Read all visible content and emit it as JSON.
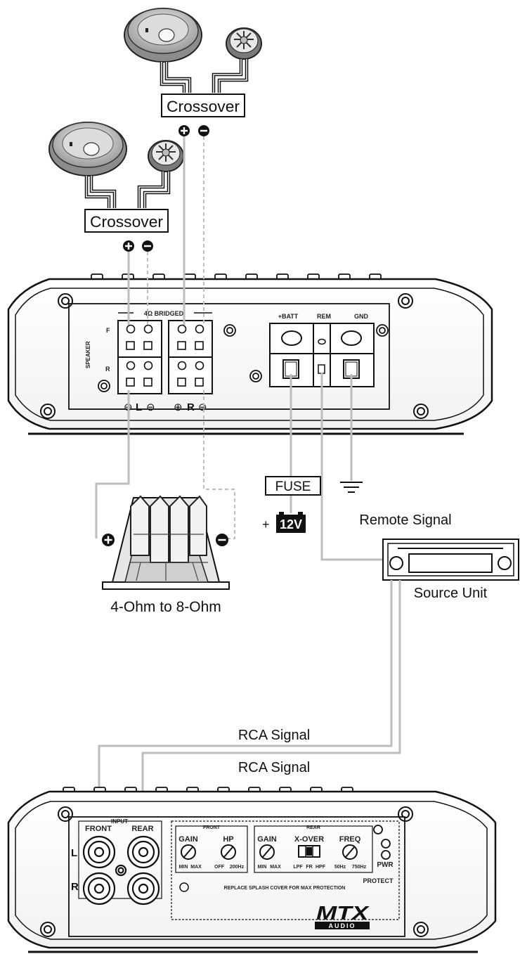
{
  "labels": {
    "crossover_top": "Crossover",
    "crossover_mid": "Crossover",
    "plus_sign": "+",
    "speaker_side": "SPEAKER",
    "bridged": "4Ω BRIDGED",
    "front_letter": "F",
    "rear_letter": "R",
    "left_letter": "L",
    "right_letter": "R",
    "pos_sym": "⊕",
    "neg_sym": "⊖",
    "batt": "+BATT",
    "rem": "REM",
    "gnd": "GND",
    "fuse": "FUSE",
    "battery_12v": "12V",
    "remote_signal": "Remote Signal",
    "source_unit": "Source Unit",
    "sub_impedance": "4-Ohm to 8-Ohm",
    "rca_signal_1": "RCA Signal",
    "rca_signal_2": "RCA Signal",
    "input": "INPUT",
    "front_input": "FRONT",
    "rear_input": "REAR",
    "input_l": "L",
    "input_r": "R",
    "front_group": "FRONT",
    "rear_group": "REAR",
    "gain_front": "GAIN",
    "hp": "HP",
    "gain_rear": "GAIN",
    "xover": "X-OVER",
    "freq": "FREQ",
    "min1": "MIN",
    "max1": "MAX",
    "off": "OFF",
    "hz200": "200Hz",
    "min2": "MIN",
    "max2": "MAX",
    "lpf": "LPF",
    "fr": "FR",
    "hpf": "HPF",
    "hz50": "50Hz",
    "hz750": "750Hz",
    "pwr": "PWR",
    "protect": "PROTECT",
    "splash": "REPLACE SPLASH COVER FOR MAX PROTECTION",
    "brand": "MTX",
    "brand_sub": "AUDIO"
  }
}
